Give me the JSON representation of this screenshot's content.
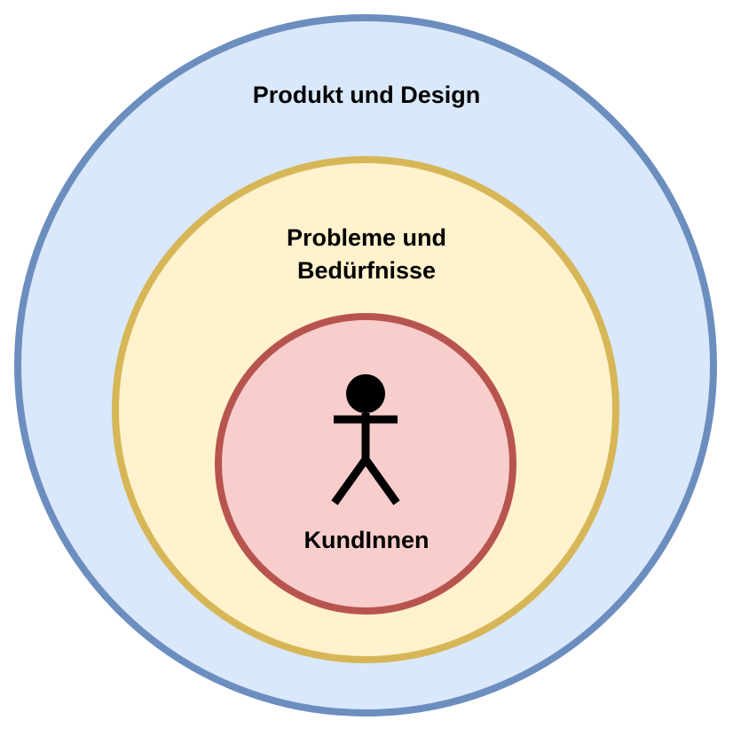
{
  "diagram": {
    "outer": {
      "label": "Produkt und Design",
      "fill": "#dae8fc",
      "stroke": "#6c8ebf"
    },
    "middle": {
      "label_line1": "Probleme und",
      "label_line2": "Bedürfnisse",
      "fill": "#fff2cc",
      "stroke": "#d6b656"
    },
    "inner": {
      "label": "KundInnen",
      "fill": "#f8cecc",
      "stroke": "#b85450"
    },
    "actor": {
      "icon": "stick-figure-icon",
      "color": "#000000"
    }
  }
}
